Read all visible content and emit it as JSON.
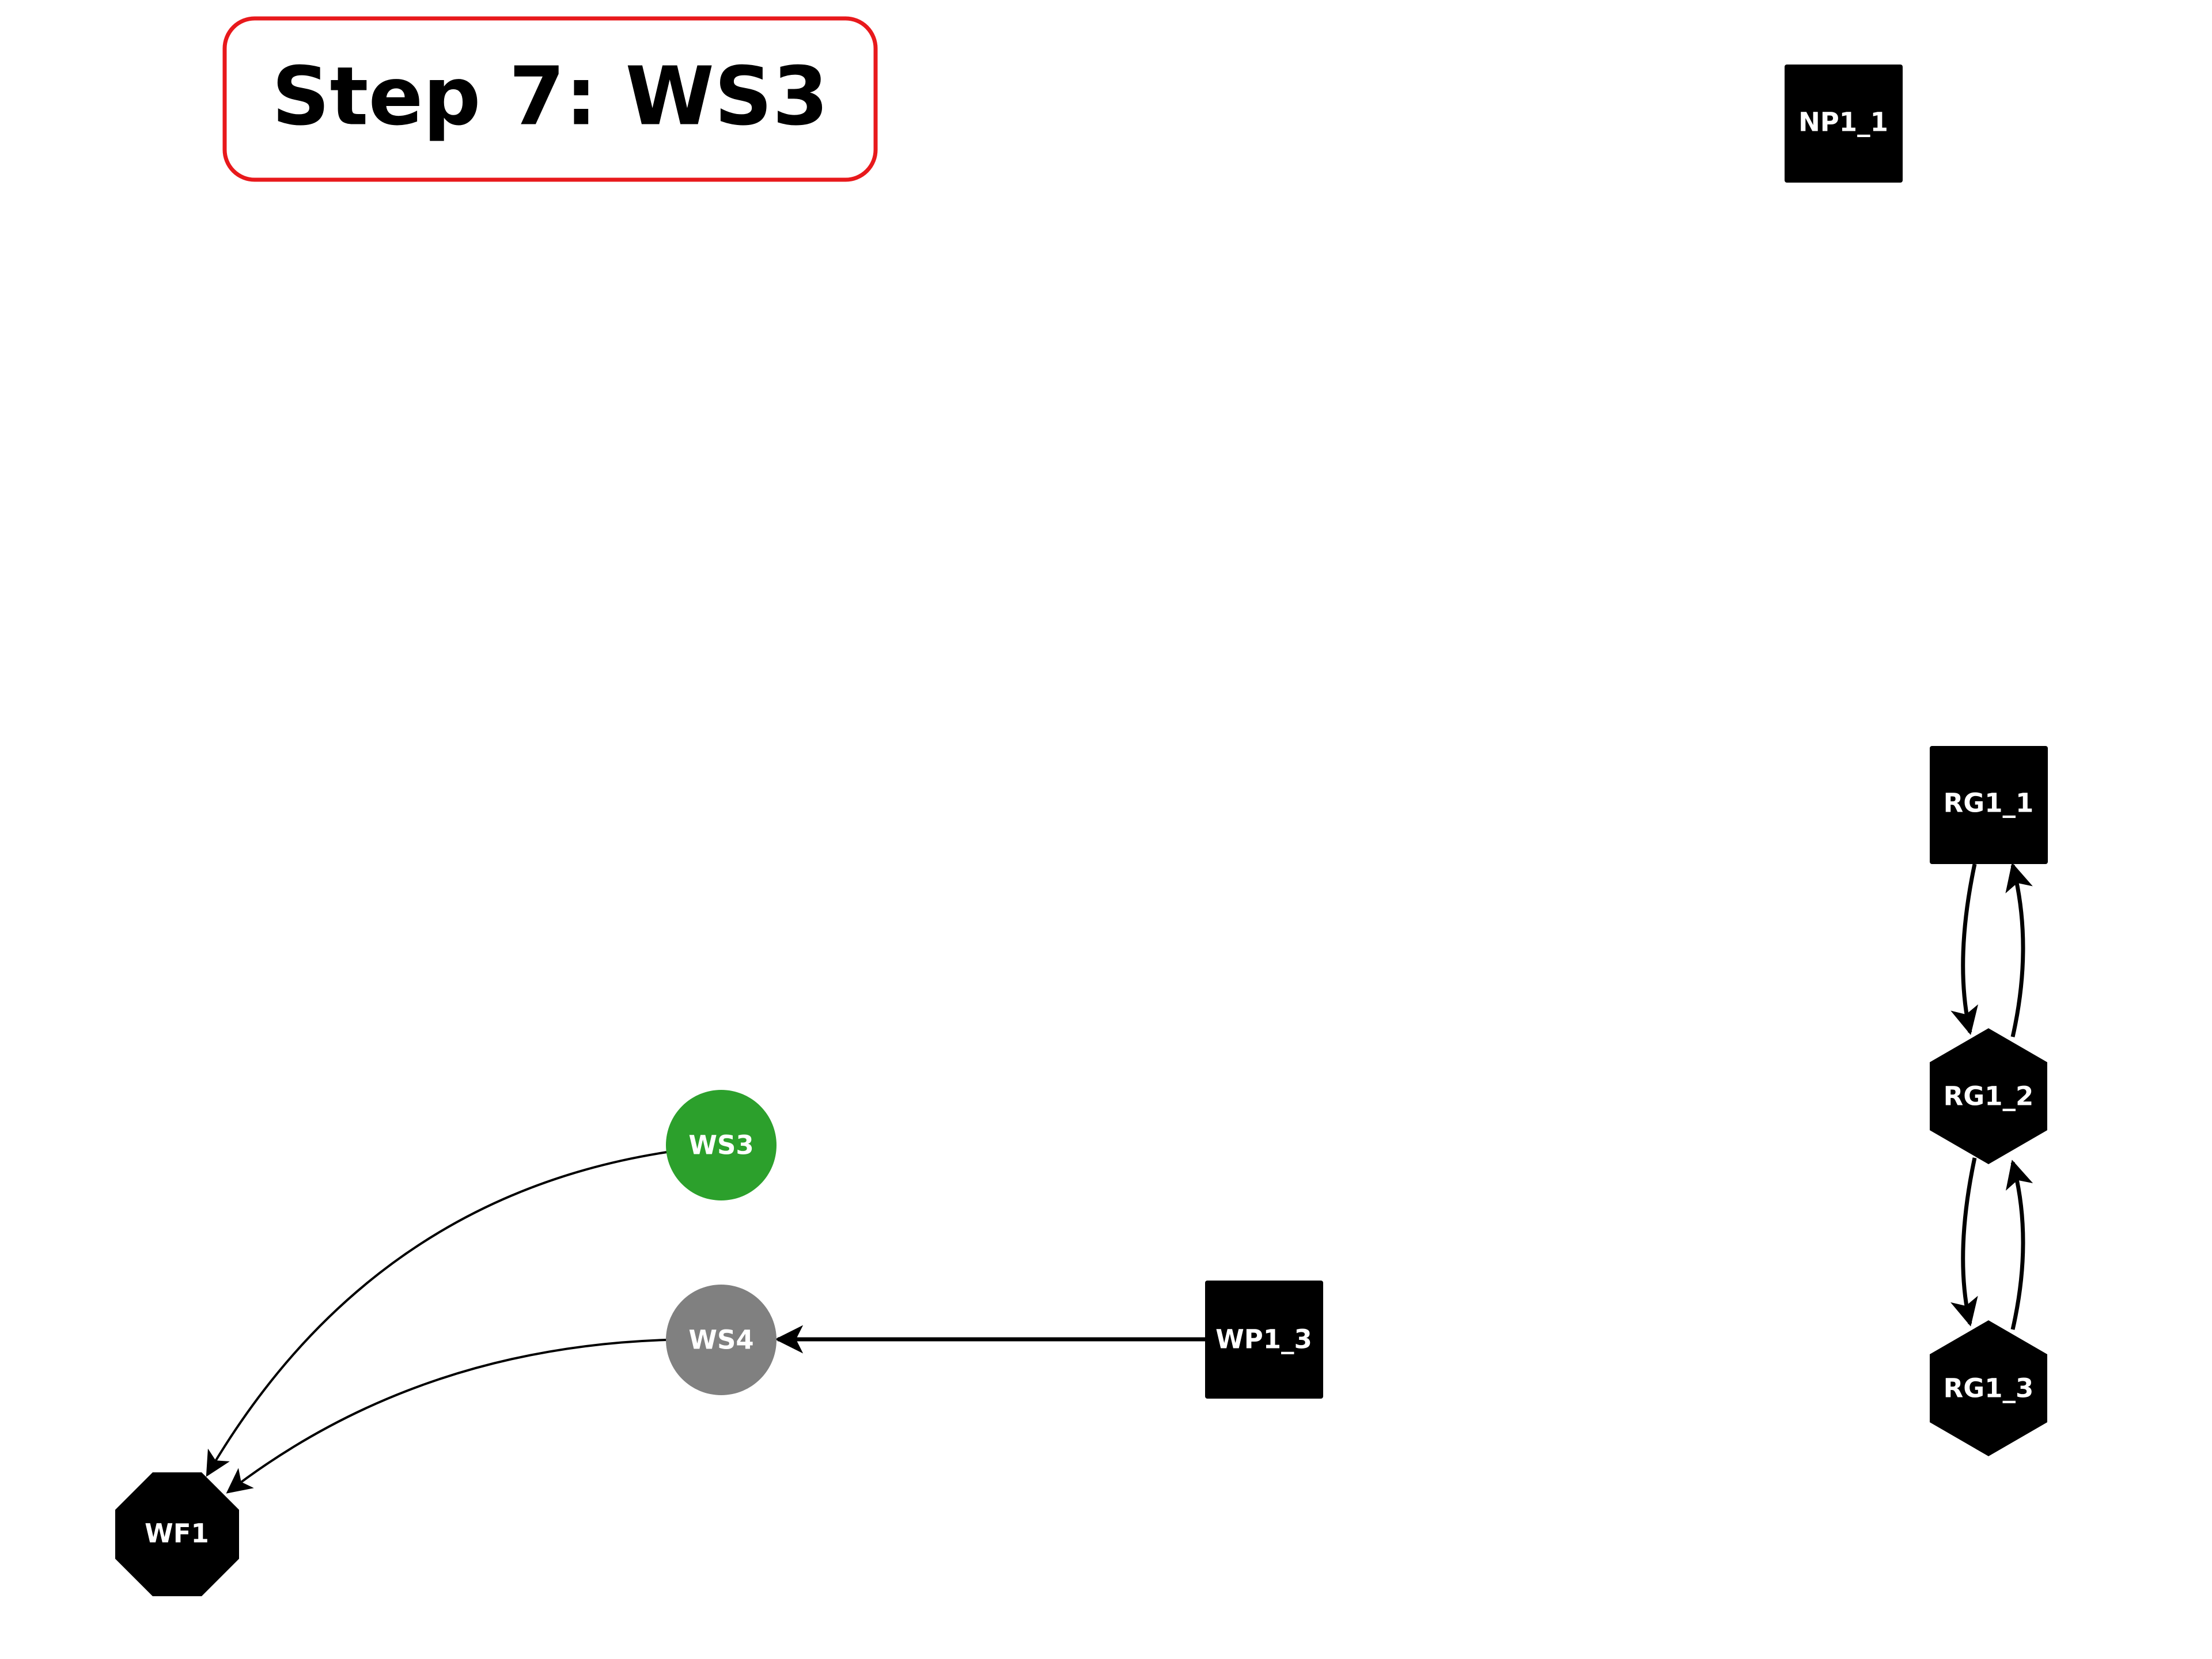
{
  "title": "Step 7: WS3",
  "colors": {
    "highlight_border": "#e8191c",
    "active_node": "#2ca02c",
    "inactive_node": "#808080",
    "default_node": "#000000",
    "label": "#ffffff"
  },
  "nodes": {
    "NP1_1": {
      "label": "NP1_1",
      "shape": "square",
      "color": "#000000"
    },
    "RG1_1": {
      "label": "RG1_1",
      "shape": "square",
      "color": "#000000"
    },
    "RG1_2": {
      "label": "RG1_2",
      "shape": "hexagon",
      "color": "#000000"
    },
    "RG1_3": {
      "label": "RG1_3",
      "shape": "hexagon",
      "color": "#000000"
    },
    "WS3": {
      "label": "WS3",
      "shape": "circle",
      "color": "#2ca02c"
    },
    "WS4": {
      "label": "WS4",
      "shape": "circle",
      "color": "#808080"
    },
    "WP1_3": {
      "label": "WP1_3",
      "shape": "square",
      "color": "#000000"
    },
    "WF1": {
      "label": "WF1",
      "shape": "octagon",
      "color": "#000000"
    }
  },
  "edges": [
    {
      "from": "RG1_1",
      "to": "RG1_2"
    },
    {
      "from": "RG1_2",
      "to": "RG1_1"
    },
    {
      "from": "RG1_2",
      "to": "RG1_3"
    },
    {
      "from": "RG1_3",
      "to": "RG1_2"
    },
    {
      "from": "WP1_3",
      "to": "WS4"
    },
    {
      "from": "WS3",
      "to": "WF1"
    },
    {
      "from": "WS4",
      "to": "WF1"
    }
  ]
}
